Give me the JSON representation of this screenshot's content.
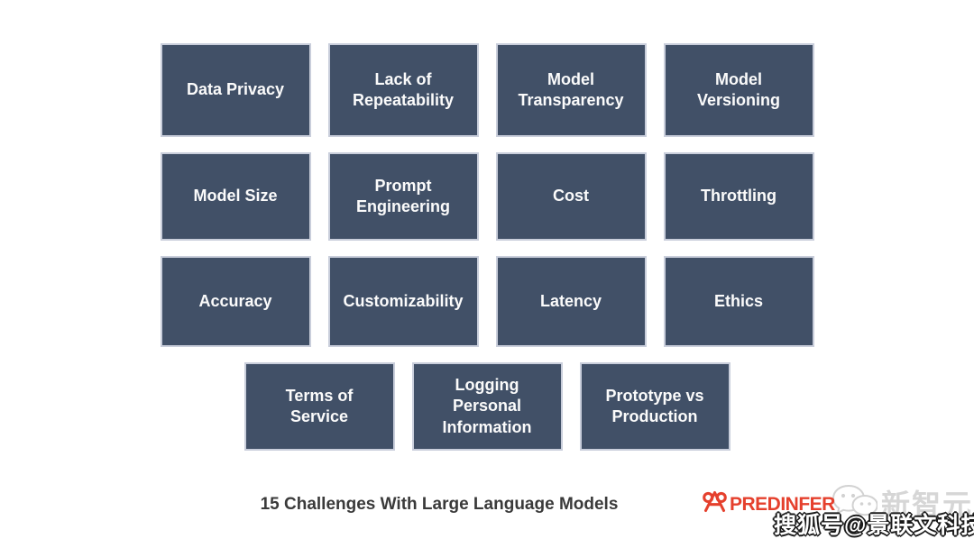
{
  "title": "15 Challenges With Large Language Models",
  "colors": {
    "box_fill": "#415067",
    "box_border": "#c9cedb",
    "box_text": "#fbfbfb",
    "caption_text": "#3a3a3a",
    "brand_red": "#e5402d",
    "watermark_gray": "#d6d6d6"
  },
  "grid": {
    "rows": [
      [
        "Data Privacy",
        "Lack of\nRepeatability",
        "Model\nTransparency",
        "Model\nVersioning"
      ],
      [
        "Model Size",
        "Prompt\nEngineering",
        "Cost",
        "Throttling"
      ],
      [
        "Accuracy",
        "Customizability",
        "Latency",
        "Ethics"
      ],
      [
        "Terms of\nService",
        "Logging\nPersonal\nInformation",
        "Prototype vs\nProduction"
      ]
    ]
  },
  "branding": {
    "logo_text": "PREDINFER"
  },
  "watermarks": {
    "wechat_name": "新智元",
    "sohu_text": "搜狐号@景联文科技"
  }
}
